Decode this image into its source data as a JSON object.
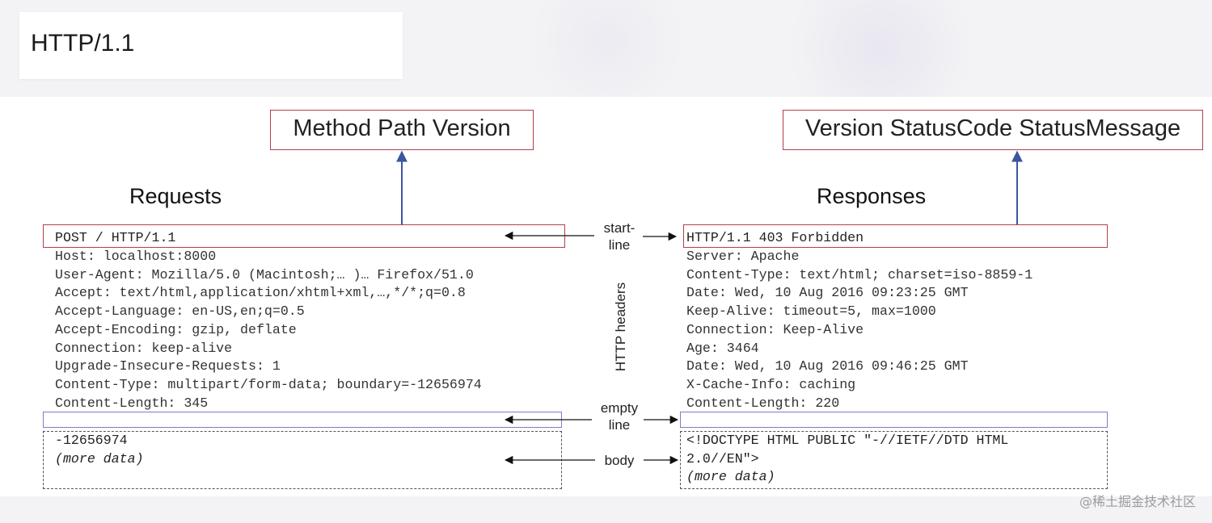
{
  "slide": {
    "title": "HTTP/1.1"
  },
  "request": {
    "heading": "Requests",
    "format_label": "Method Path Version",
    "start_line": "POST / HTTP/1.1",
    "headers": [
      "Host: localhost:8000",
      "User-Agent: Mozilla/5.0 (Macintosh;… )… Firefox/51.0",
      "Accept: text/html,application/xhtml+xml,…,*/*;q=0.8",
      "Accept-Language: en-US,en;q=0.5",
      "Accept-Encoding: gzip, deflate",
      "Connection: keep-alive",
      "Upgrade-Insecure-Requests: 1",
      "Content-Type: multipart/form-data; boundary=-12656974",
      "Content-Length: 345"
    ],
    "body": [
      "-12656974",
      "(more data)"
    ]
  },
  "response": {
    "heading": "Responses",
    "format_label": "Version StatusCode StatusMessage",
    "start_line": "HTTP/1.1 403 Forbidden",
    "headers": [
      "Server: Apache",
      "Content-Type: text/html; charset=iso-8859-1",
      "Date: Wed, 10 Aug 2016 09:23:25 GMT",
      "Keep-Alive: timeout=5, max=1000",
      "Connection: Keep-Alive",
      "Age: 3464",
      "Date: Wed, 10 Aug 2016 09:46:25 GMT",
      "X-Cache-Info: caching",
      "Content-Length: 220"
    ],
    "body": [
      "<!DOCTYPE HTML PUBLIC \"-//IETF//DTD HTML",
      "2.0//EN\">",
      "(more data)"
    ]
  },
  "middle_labels": {
    "start_line_1": "start-",
    "start_line_2": "line",
    "headers": "HTTP headers",
    "empty_line_1": "empty",
    "empty_line_2": "line",
    "body": "body"
  },
  "watermark": "@稀土掘金技术社区",
  "colors": {
    "frame_red": "#b0404a",
    "empty_line_purple": "#7f7bc6",
    "arrow_blue": "#3a56a0"
  }
}
